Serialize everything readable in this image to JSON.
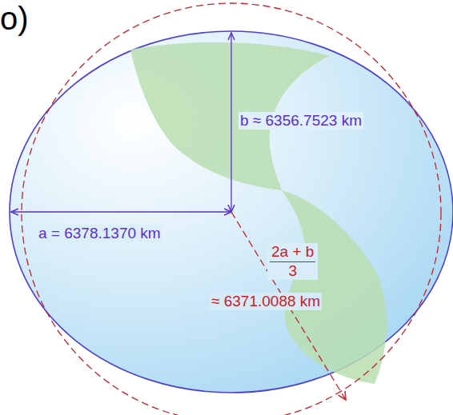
{
  "diagram": {
    "labels": [
      "o)",
      "b ≈ 6356.7523 km",
      "a = 6378.1370 km",
      "2a + b",
      "3",
      "≈ 6371.0088 km"
    ]
  }
}
